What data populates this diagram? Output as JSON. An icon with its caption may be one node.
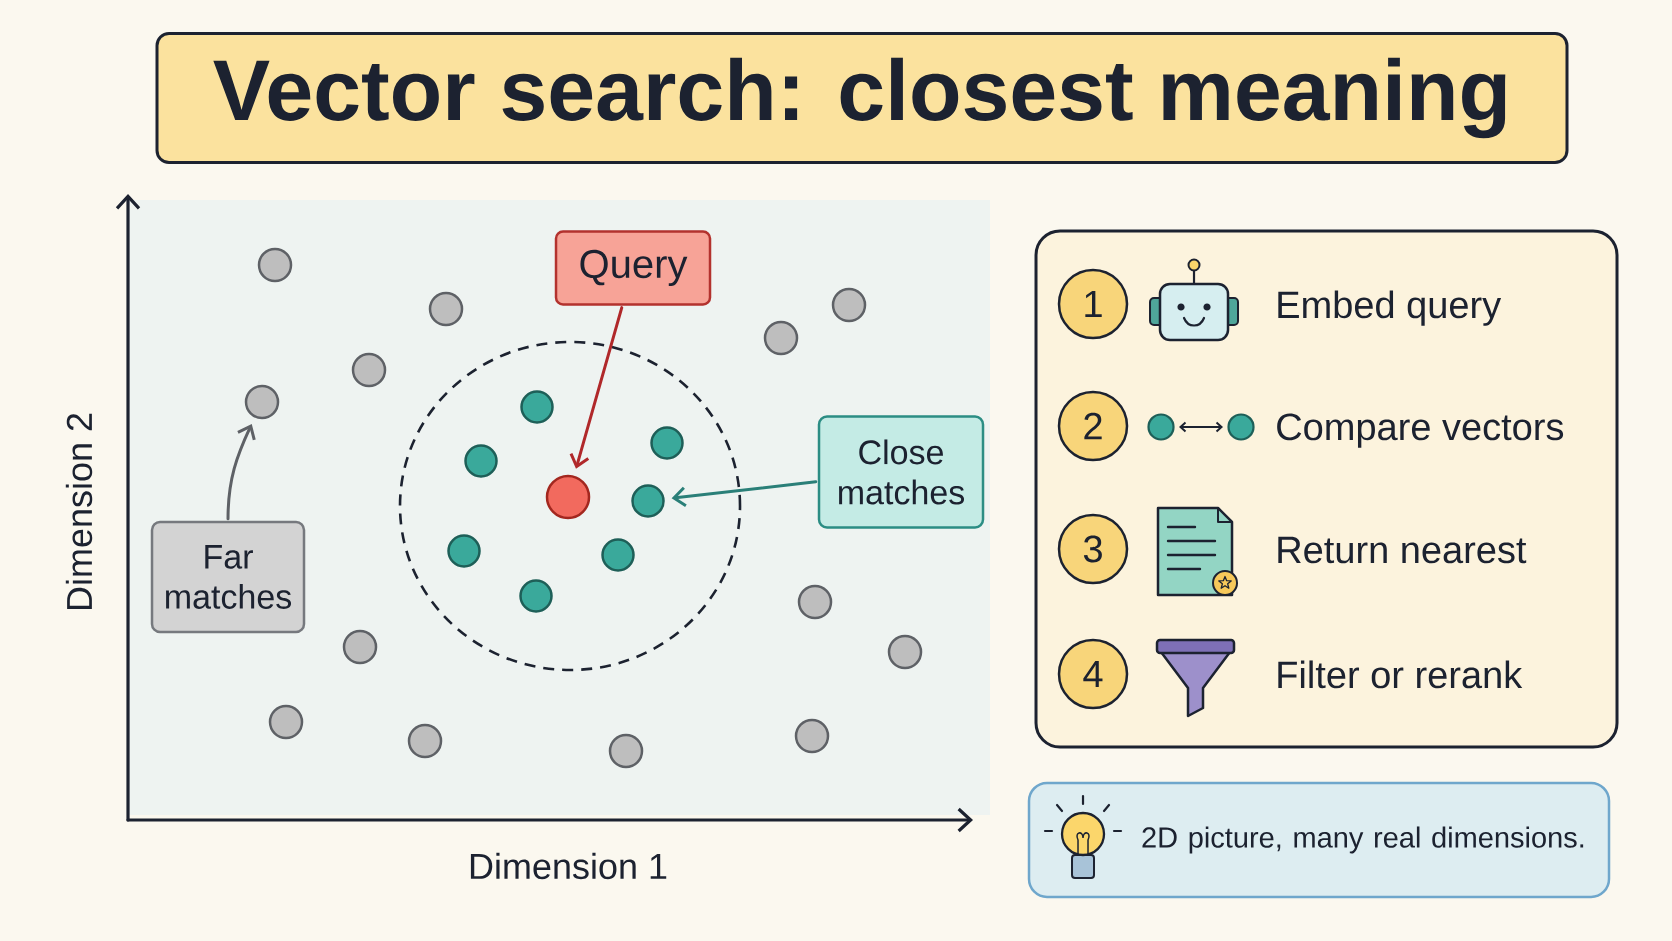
{
  "diagram": {
    "title": "Vector search: closest meaning",
    "nodes": [
      {
        "text": [
          "Query"
        ]
      },
      {
        "text": [],
        "shape": "circle"
      },
      {
        "text": [
          "Close matches"
        ]
      },
      {
        "text": [],
        "shape": "circle"
      },
      {
        "text": [
          "Far matches"
        ]
      },
      {
        "text": [],
        "shape": "circle"
      },
      {
        "text": [],
        "shape": "box"
      },
      {
        "text": [
          "1"
        ],
        "in": 6,
        "beside": [
          "Embed query"
        ]
      },
      {
        "text": [
          "2"
        ],
        "in": 6,
        "beside": [
          "Compare vectors"
        ]
      },
      {
        "text": [
          "3"
        ],
        "in": 6,
        "beside": [
          "Return nearest"
        ]
      },
      {
        "text": [
          "4"
        ],
        "in": 6,
        "beside": [
          "Filter or rerank"
        ]
      },
      {
        "text": [
          "2D picture, many real dimensions."
        ]
      },
      {
        "text": [],
        "shape": "circle"
      },
      {
        "text": [],
        "shape": "circle"
      },
      {
        "text": [],
        "shape": "circle"
      },
      {
        "text": [],
        "shape": "circle"
      },
      {
        "text": [],
        "shape": "circle"
      },
      {
        "text": [],
        "shape": "circle"
      },
      {
        "text": [],
        "shape": "circle"
      },
      {
        "text": [],
        "shape": "circle"
      },
      {
        "text": [],
        "shape": "circle"
      },
      {
        "text": [],
        "shape": "circle"
      },
      {
        "text": [],
        "shape": "circle"
      },
      {
        "text": [],
        "shape": "circle"
      },
      {
        "text": [],
        "shape": "circle"
      },
      {
        "text": [],
        "shape": "circle"
      },
      {
        "text": [],
        "shape": "circle"
      },
      {
        "text": [],
        "shape": "circle"
      },
      {
        "text": [],
        "shape": "circle"
      },
      {
        "text": [],
        "shape": "circle"
      }
    ],
    "edges": [
      {
        "from": 0,
        "to": 1,
        "arrow": "to",
        "color": "#b0282a"
      },
      {
        "from": 2,
        "to": 3,
        "arrow": "to",
        "color": "#2a7f78"
      },
      {
        "from": 4,
        "to": 5,
        "arrow": "to",
        "color": "#5e6166"
      }
    ],
    "labels": [
      "Dimension 2",
      "Dimension 1"
    ]
  }
}
